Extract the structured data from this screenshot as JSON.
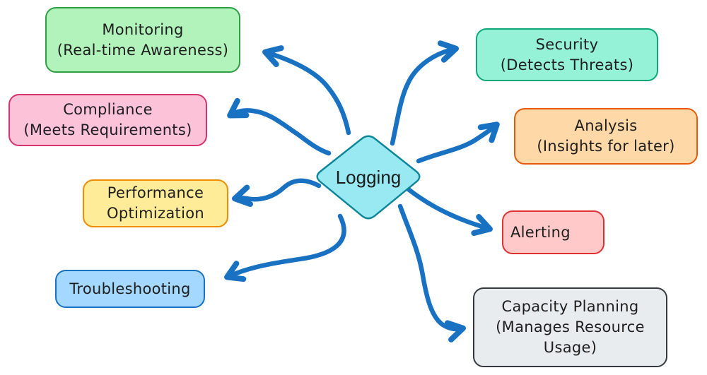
{
  "diagram": {
    "center": {
      "label": "Logging",
      "fill": "#99e9f2",
      "stroke": "#0c8599"
    },
    "arrow_color": "#1971c2",
    "text_color": "#1e1e1e",
    "background": "#ffffff",
    "nodes": [
      {
        "id": "monitoring",
        "title": "Monitoring",
        "subtitle": "(Real-time Awareness)",
        "fill": "#b2f2bb",
        "stroke": "#2f9e44"
      },
      {
        "id": "compliance",
        "title": "Compliance",
        "subtitle": "(Meets Requirements)",
        "fill": "#fcc2d7",
        "stroke": "#d6336c"
      },
      {
        "id": "performance-optimization",
        "title": "Performance",
        "subtitle": "Optimization",
        "fill": "#ffec99",
        "stroke": "#f08c00"
      },
      {
        "id": "troubleshooting",
        "title": "Troubleshooting",
        "subtitle": "",
        "fill": "#a5d8ff",
        "stroke": "#1971c2"
      },
      {
        "id": "security",
        "title": "Security",
        "subtitle": "(Detects Threats)",
        "fill": "#96f2d7",
        "stroke": "#0ca678"
      },
      {
        "id": "analysis",
        "title": "Analysis",
        "subtitle": "(Insights for later)",
        "fill": "#ffd8a8",
        "stroke": "#e8590c"
      },
      {
        "id": "alerting",
        "title": "Alerting",
        "subtitle": "",
        "fill": "#ffc9c9",
        "stroke": "#e03131"
      },
      {
        "id": "capacity-planning",
        "title": "Capacity Planning",
        "subtitle": "(Manages Resource Usage)",
        "fill": "#e9ecef",
        "stroke": "#343a40"
      }
    ]
  }
}
